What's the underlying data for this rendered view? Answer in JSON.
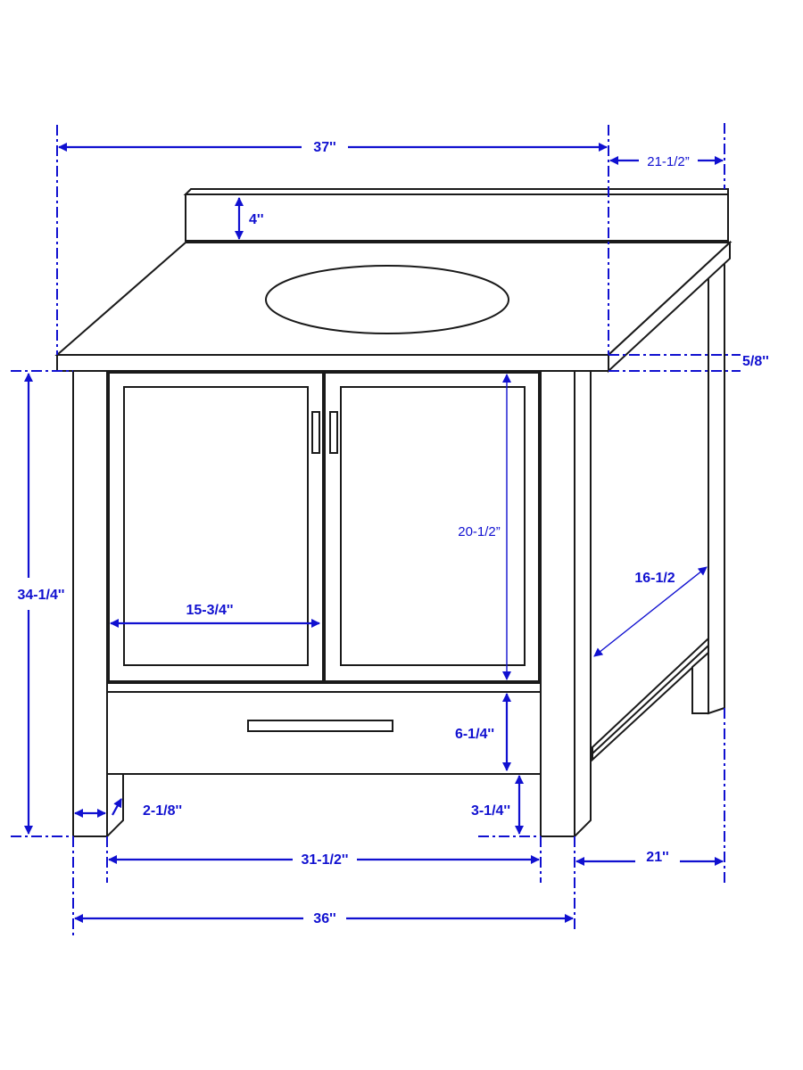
{
  "colors": {
    "dimension": "#1010d0",
    "outline": "#1a1a1a",
    "background": "#ffffff"
  },
  "dimensions": {
    "top_width": "37''",
    "top_depth": "21-1/2”",
    "backsplash_height": "4''",
    "top_thickness": "5/8''",
    "height": "34-1/4''",
    "door_height": "20-1/2”",
    "door_width": "15-3/4''",
    "inner_depth": "16-1/2",
    "drawer_height": "6-1/4''",
    "leg_width": "2-1/8''",
    "toe_height": "3-1/4''",
    "inner_width": "31-1/2''",
    "base_width": "36''",
    "base_depth": "21''"
  }
}
